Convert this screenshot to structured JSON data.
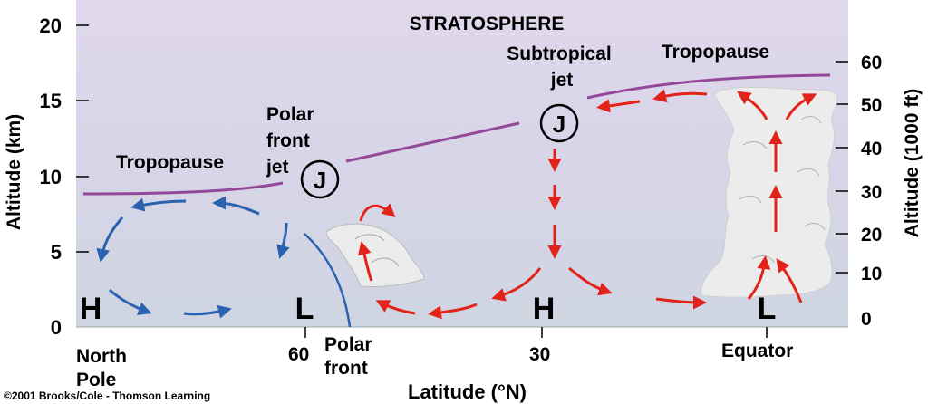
{
  "title_region": "STRATOSPHERE",
  "y_axis_left": {
    "label": "Altitude (km)",
    "ticks": [
      "20",
      "15",
      "10",
      "5",
      "0"
    ]
  },
  "y_axis_right": {
    "label": "Altitude (1000 ft)",
    "ticks": [
      "60",
      "50",
      "40",
      "30",
      "20",
      "10",
      "0"
    ]
  },
  "x_axis": {
    "label": "Latitude (°N)",
    "ticks": [
      "60",
      "30"
    ],
    "places": {
      "north_pole_line1": "North",
      "north_pole_line2": "Pole",
      "polar_front_line1": "Polar",
      "polar_front_line2": "front",
      "equator": "Equator"
    }
  },
  "labels": {
    "tropopause_left": "Tropopause",
    "tropopause_right": "Tropopause",
    "polar_front_jet_line1": "Polar",
    "polar_front_jet_line2": "front",
    "polar_front_jet_line3": "jet",
    "subtropical_jet_line1": "Subtropical",
    "subtropical_jet_line2": "jet",
    "jet_symbol": "J"
  },
  "pressure": {
    "high": "H",
    "low": "L"
  },
  "copyright": "©2001 Brooks/Cole - Thomson Learning",
  "colors": {
    "stratosphere_bg": "#ddd6ea",
    "lower_bg": "#d2d7e3",
    "tropopause": "#93489a",
    "polar_circulation": "#2a62b0",
    "tropical_circulation": "#e2231a",
    "cloud": "#ececec"
  }
}
